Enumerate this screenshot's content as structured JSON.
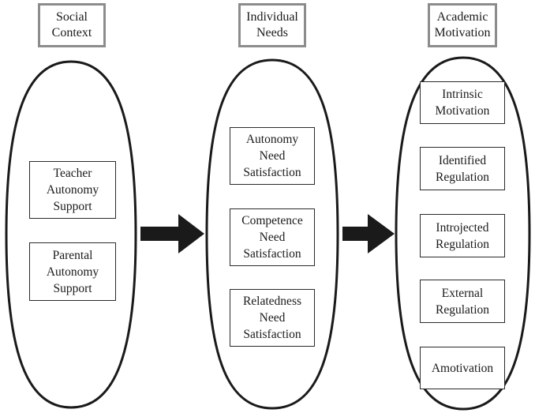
{
  "columns": [
    {
      "header": [
        "Social",
        "Context"
      ],
      "items": [
        [
          "Teacher",
          "Autonomy",
          "Support"
        ],
        [
          "Parental",
          "Autonomy",
          "Support"
        ]
      ]
    },
    {
      "header": [
        "Individual",
        "Needs"
      ],
      "items": [
        [
          "Autonomy",
          "Need",
          "Satisfaction"
        ],
        [
          "Competence",
          "Need",
          "Satisfaction"
        ],
        [
          "Relatedness",
          "Need",
          "Satisfaction"
        ]
      ]
    },
    {
      "header": [
        "Academic",
        "Motivation"
      ],
      "items": [
        [
          "Intrinsic",
          "Motivation"
        ],
        [
          "Identified",
          "Regulation"
        ],
        [
          "Introjected",
          "Regulation"
        ],
        [
          "External",
          "Regulation"
        ],
        [
          "Amotivation"
        ]
      ]
    }
  ],
  "colors": {
    "stroke": "#1a1a1a",
    "header_border": "#8c8c8c",
    "arrow_fill": "#1a1a1a",
    "background": "#ffffff"
  }
}
